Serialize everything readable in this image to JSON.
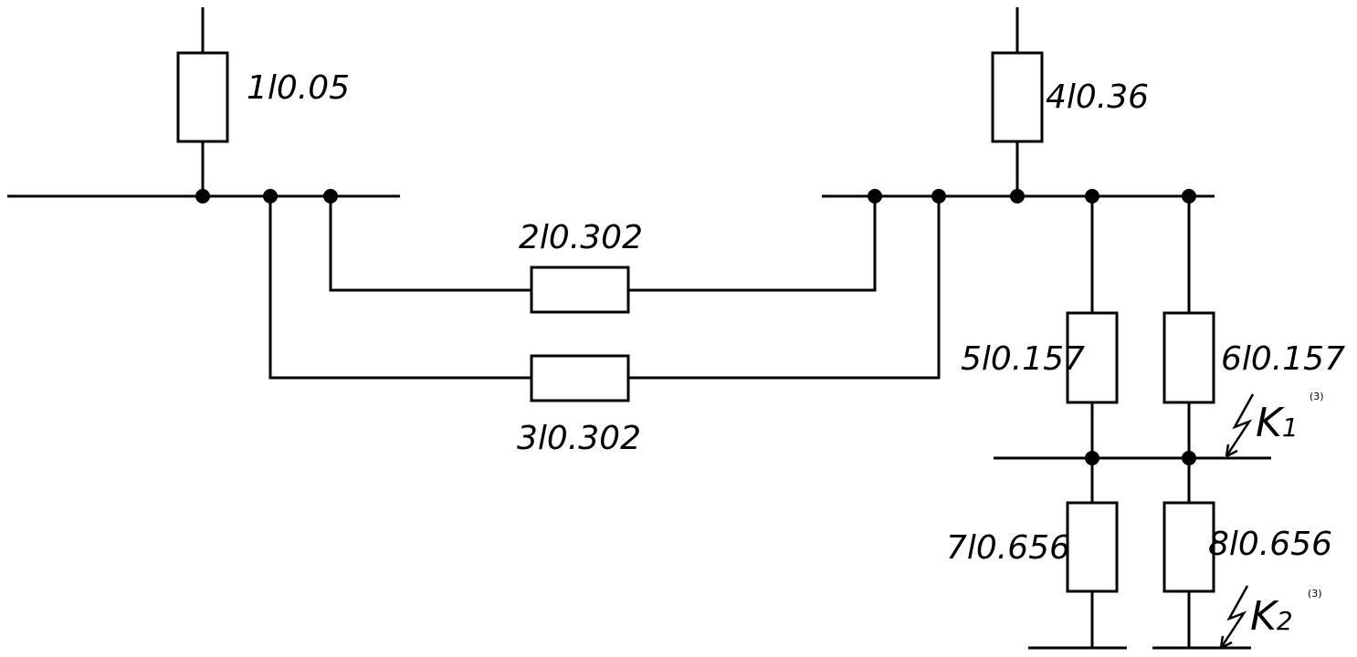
{
  "labels": {
    "r1": "1l0.05",
    "r2": "2l0.302",
    "r3": "3l0.302",
    "r4": "4l0.36",
    "r5": "5l0.157",
    "r6": "6l0.157",
    "r7": "7l0.656",
    "r8": "8l0.656"
  },
  "faults": {
    "k1": {
      "letter": "K",
      "sub": "1",
      "sup": "(3)"
    },
    "k2": {
      "letter": "K",
      "sub": "2",
      "sup": "(3)"
    }
  }
}
